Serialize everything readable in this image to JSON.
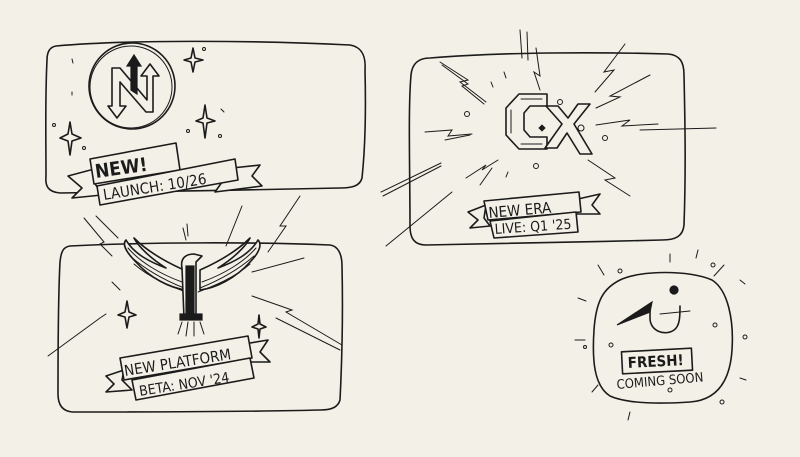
{
  "canvas": {
    "background": "#f3f1e7",
    "ink": "#1b1b1b"
  },
  "cards": [
    {
      "id": "n-logo",
      "icon": "n-arrows-logo-icon",
      "badge_title": "NEW!",
      "badge_subtitle": "LAUNCH: 10/26"
    },
    {
      "id": "cx-logo",
      "icon": "cx-hexagon-logo-icon",
      "badge_title": "NEW ERA",
      "badge_subtitle": "LIVE: Q1 '25"
    },
    {
      "id": "phoenix-logo",
      "icon": "phoenix-i-logo-icon",
      "badge_title": "NEW PLATFORM",
      "badge_subtitle": "BETA: NOV '24"
    },
    {
      "id": "ui-logo",
      "icon": "ui-swoosh-logo-icon",
      "badge_title": "FRESH!",
      "badge_subtitle": "COMING SOON"
    }
  ]
}
